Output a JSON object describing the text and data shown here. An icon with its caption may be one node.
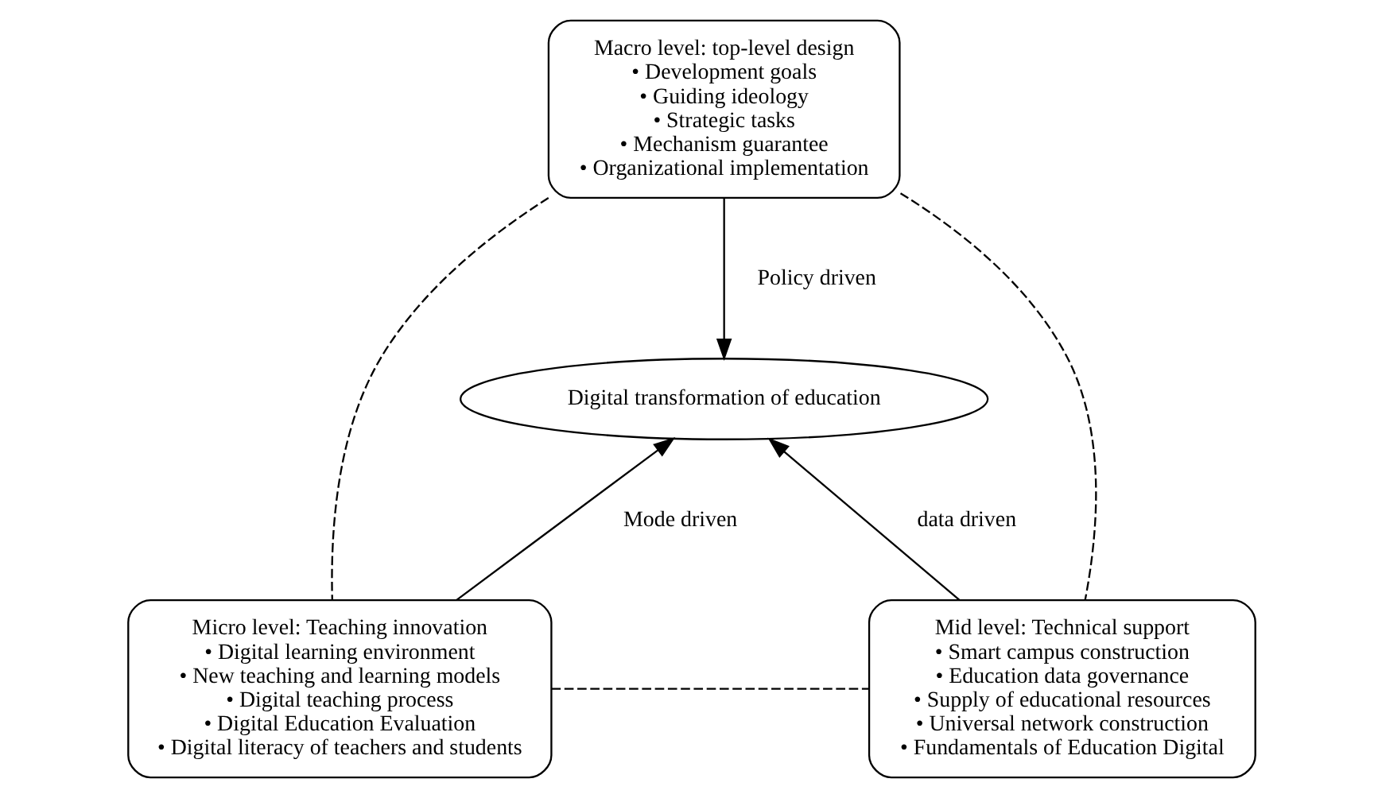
{
  "diagram": {
    "nodes": [
      {
        "text": [
          "Macro level: top-level design",
          "• Development goals",
          "• Guiding ideology",
          "• Strategic tasks",
          "• Mechanism guarantee",
          "• Organizational implementation"
        ]
      },
      {
        "text": [
          "Digital transformation of education"
        ]
      },
      {
        "text": [
          "Micro level: Teaching innovation",
          "• Digital learning environment",
          "• New teaching and learning models",
          "• Digital teaching process",
          "• Digital Education Evaluation",
          "• Digital literacy of teachers and students"
        ]
      },
      {
        "text": [
          "Mid level: Technical support",
          "• Smart campus construction",
          "• Education data governance",
          "• Supply of educational resources",
          "• Universal network construction",
          "• Fundamentals of Education Digital"
        ]
      }
    ],
    "edges": [
      {
        "from": 0,
        "to": 1,
        "arrow": "to",
        "label": "Policy driven"
      },
      {
        "from": 2,
        "to": 1,
        "arrow": "to",
        "label": "Mode driven"
      },
      {
        "from": 3,
        "to": 1,
        "arrow": "to",
        "label": "data driven"
      },
      {
        "from": 0,
        "to": 2,
        "arrow": "none",
        "style": "dashed"
      },
      {
        "from": 0,
        "to": 3,
        "arrow": "none",
        "style": "dashed"
      },
      {
        "from": 2,
        "to": 3,
        "arrow": "none",
        "style": "dashed"
      }
    ]
  }
}
